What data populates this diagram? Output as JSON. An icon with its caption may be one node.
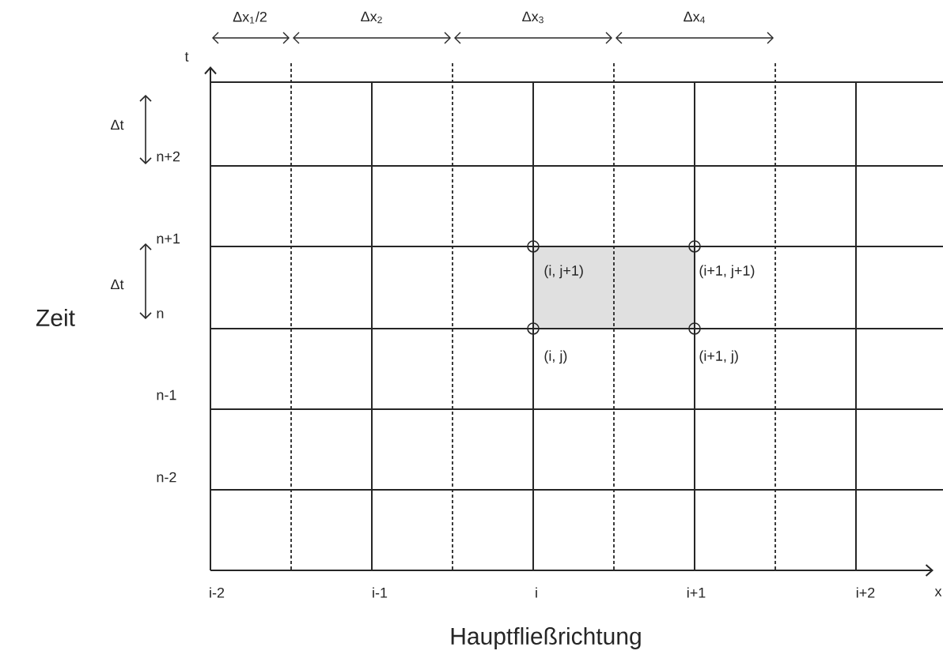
{
  "diagram": {
    "labels": [
      "Δx$_{1}$/2",
      "Δx$_{2}$",
      "Δx$_{3}$",
      "Δx$_{4}$",
      "t",
      "Δt",
      "n+2",
      "n+1",
      "(i, j+1)",
      "(i+1, j+1)",
      "Zeit",
      "Δt",
      "n",
      "(i, j)",
      "(i+1, j)",
      "n-1",
      "n-2",
      "i-2",
      "i-1",
      "i",
      "i+1",
      "i+2",
      "x",
      "Hauptfließrichtung"
    ]
  }
}
